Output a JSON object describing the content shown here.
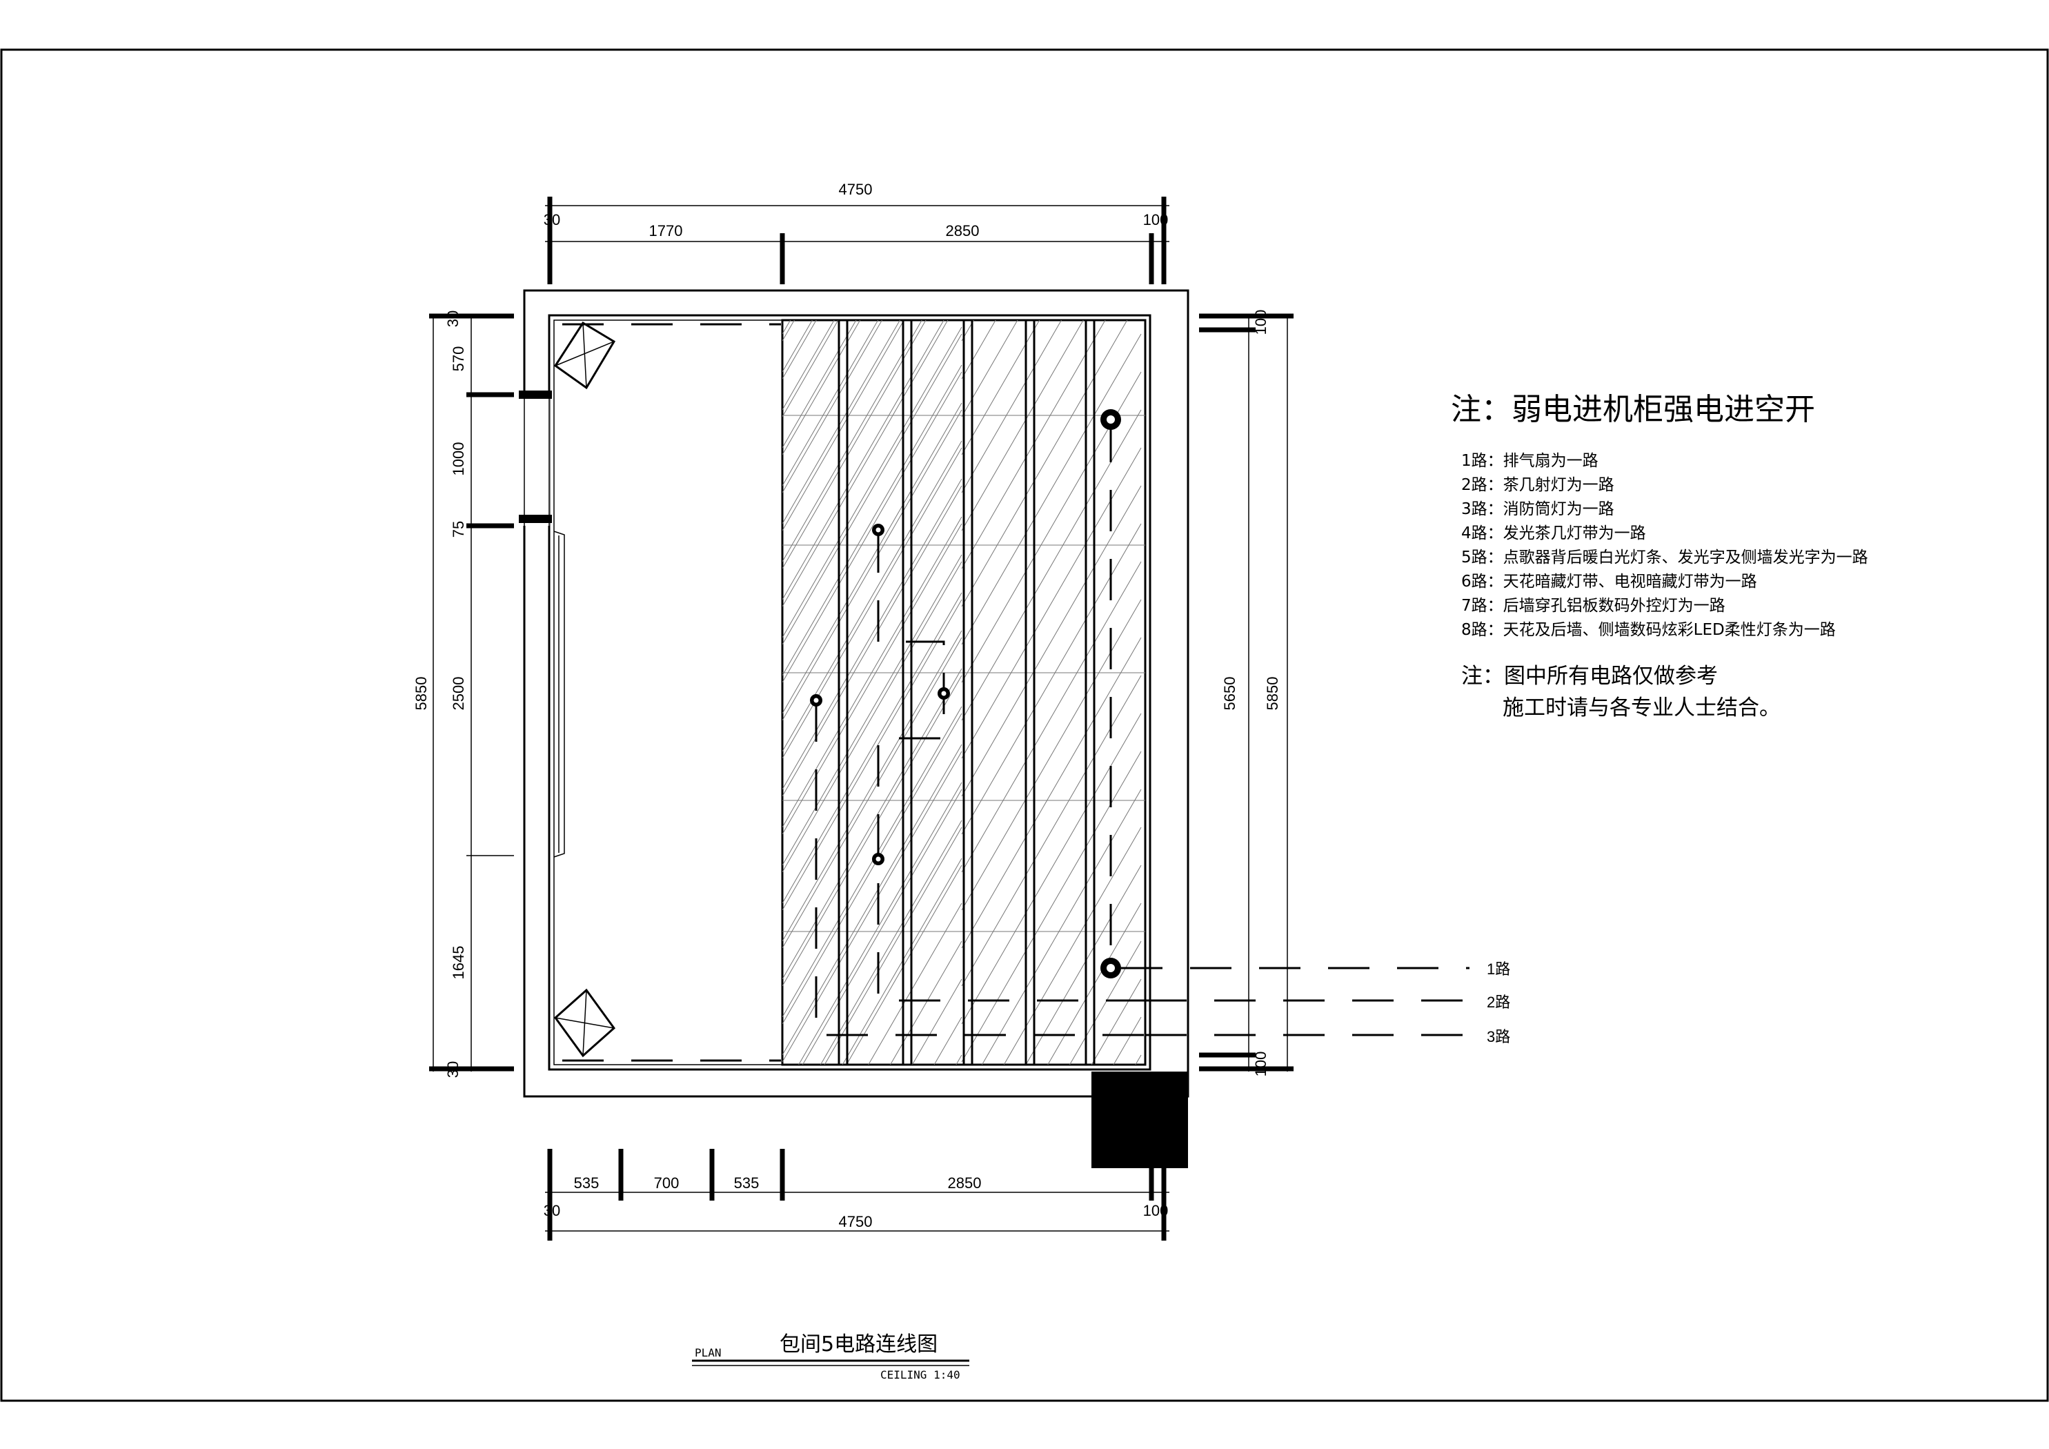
{
  "dimensions": {
    "top_total": "4750",
    "top_segments": [
      "30",
      "1770",
      "2850",
      "100"
    ],
    "bottom_segments": [
      "535",
      "700",
      "535",
      "2850"
    ],
    "bottom_ends": [
      "30",
      "100"
    ],
    "bottom_total": "4750",
    "left_total": "5850",
    "left_segments": [
      "30",
      "570",
      "1000",
      "75",
      "2500",
      "1645",
      "30"
    ],
    "right_inner": "5650",
    "right_total": "5850",
    "right_ends": [
      "100",
      "100"
    ]
  },
  "notes": {
    "title": "注：弱电进机柜强电进空开",
    "items": [
      "1路：排气扇为一路",
      "2路：茶几射灯为一路",
      "3路：消防筒灯为一路",
      "4路：发光茶几灯带为一路",
      "5路：点歌器背后暖白光灯条、发光字及侧墙发光字为一路",
      "6路：天花暗藏灯带、电视暗藏灯带为一路",
      "7路：后墙穿孔铝板数码外控灯为一路",
      "8路：天花及后墙、侧墙数码炫彩LED柔性灯条为一路"
    ],
    "remark_line1": "注：图中所有电路仅做参考",
    "remark_line2": "施工时请与各专业人士结合。"
  },
  "circuit_labels": [
    "1路",
    "2路",
    "3路"
  ],
  "caption": {
    "plan_label": "PLAN",
    "title": "包间5电路连线图",
    "scale": "CEILING 1:40"
  }
}
